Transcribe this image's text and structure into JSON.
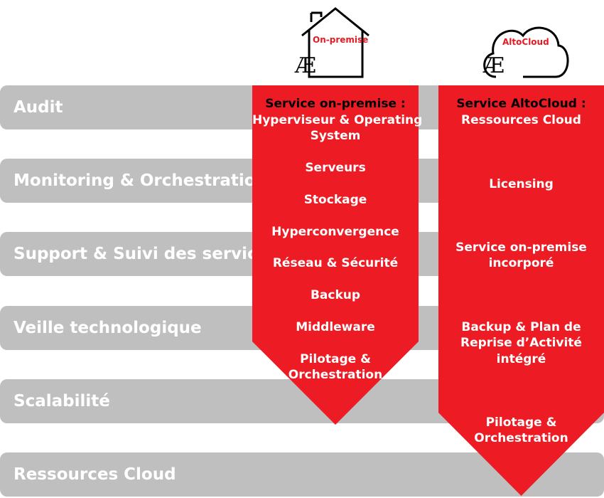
{
  "rows": [
    {
      "label": "Audit"
    },
    {
      "label": "Monitoring & Orchestration"
    },
    {
      "label": "Support & Suivi des services"
    },
    {
      "label": "Veille technologique"
    },
    {
      "label": "Scalabilité"
    },
    {
      "label": "Ressources Cloud"
    }
  ],
  "onpremise": {
    "icon_label": "On-premise",
    "logo_glyph": "Æ",
    "header": [
      "Service on-premise :",
      "Hyperviseur & Operating",
      "System"
    ],
    "items": [
      "Serveurs",
      "Stockage",
      "Hyperconvergence",
      "Réseau & Sécurité",
      "Backup",
      "Middleware",
      "Pilotage &",
      "Orchestration"
    ]
  },
  "altocloud": {
    "icon_label": "AltoCloud",
    "logo_glyph": "Æ",
    "header": [
      "Service AltoCloud :",
      "Ressources Cloud"
    ],
    "items": [
      "Licensing",
      "Service on-premise",
      "incorporé",
      "Backup & Plan de",
      "Reprise d’Activité",
      "intégré",
      "Pilotage &",
      "Orchestration"
    ]
  },
  "colors": {
    "bar": "#bfbfbf",
    "accent": "#ed1c24",
    "bar_text": "#ffffff"
  }
}
